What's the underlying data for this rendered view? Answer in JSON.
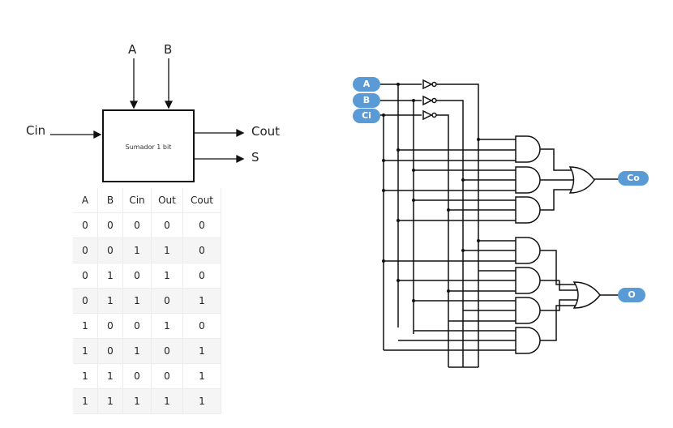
{
  "block": {
    "inputs_top": [
      "A",
      "B"
    ],
    "input_left": "Cin",
    "outputs": [
      "Cout",
      "S"
    ],
    "label": "Sumador 1 bit"
  },
  "truth_table": {
    "headers": [
      "A",
      "B",
      "Cin",
      "Out",
      "Cout"
    ],
    "rows": [
      [
        "0",
        "0",
        "0",
        "0",
        "0"
      ],
      [
        "0",
        "0",
        "1",
        "1",
        "0"
      ],
      [
        "0",
        "1",
        "0",
        "1",
        "0"
      ],
      [
        "0",
        "1",
        "1",
        "0",
        "1"
      ],
      [
        "1",
        "0",
        "0",
        "1",
        "0"
      ],
      [
        "1",
        "0",
        "1",
        "0",
        "1"
      ],
      [
        "1",
        "1",
        "0",
        "0",
        "1"
      ],
      [
        "1",
        "1",
        "1",
        "1",
        "1"
      ]
    ]
  },
  "circuit": {
    "inputs": [
      "A",
      "B",
      "Ci"
    ],
    "outputs": [
      "Co",
      "O"
    ],
    "pill_color": "#5b9bd5"
  }
}
